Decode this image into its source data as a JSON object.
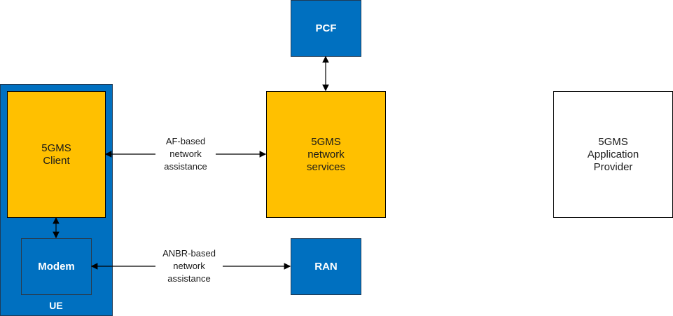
{
  "colors": {
    "blue": "#0070C0",
    "yellow": "#FFC000",
    "white": "#FFFFFF"
  },
  "nodes": {
    "ue": {
      "label": "UE"
    },
    "client": {
      "label": "5GMS\nClient"
    },
    "modem": {
      "label": "Modem"
    },
    "pcf": {
      "label": "PCF"
    },
    "network_services": {
      "label": "5GMS\nnetwork\nservices"
    },
    "ran": {
      "label": "RAN"
    },
    "application_provider": {
      "label": "5GMS\nApplication\nProvider"
    }
  },
  "edges": [
    {
      "from": "client",
      "to": "network_services",
      "label": "AF-based\nnetwork\nassistance",
      "bidirectional": true
    },
    {
      "from": "modem",
      "to": "ran",
      "label": "ANBR-based\nnetwork\nassistance",
      "bidirectional": true
    },
    {
      "from": "pcf",
      "to": "network_services",
      "label": "",
      "bidirectional": true
    },
    {
      "from": "client",
      "to": "modem",
      "label": "",
      "bidirectional": true
    }
  ]
}
